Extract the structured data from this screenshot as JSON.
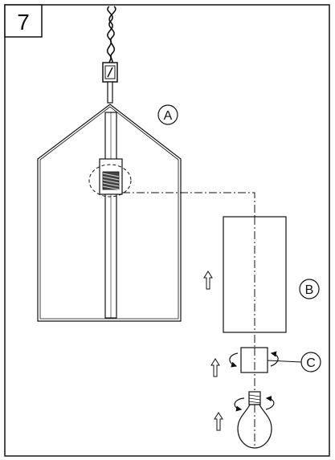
{
  "step": {
    "number": "7"
  },
  "callouts": [
    {
      "id": "A",
      "label": "A"
    },
    {
      "id": "B",
      "label": "B"
    },
    {
      "id": "C",
      "label": "C"
    }
  ],
  "colors": {
    "line": "#111111",
    "background": "#ffffff"
  },
  "icons": [
    "chain-icon",
    "rotate-arrow-icon",
    "up-arrow-icon",
    "light-bulb-icon"
  ]
}
